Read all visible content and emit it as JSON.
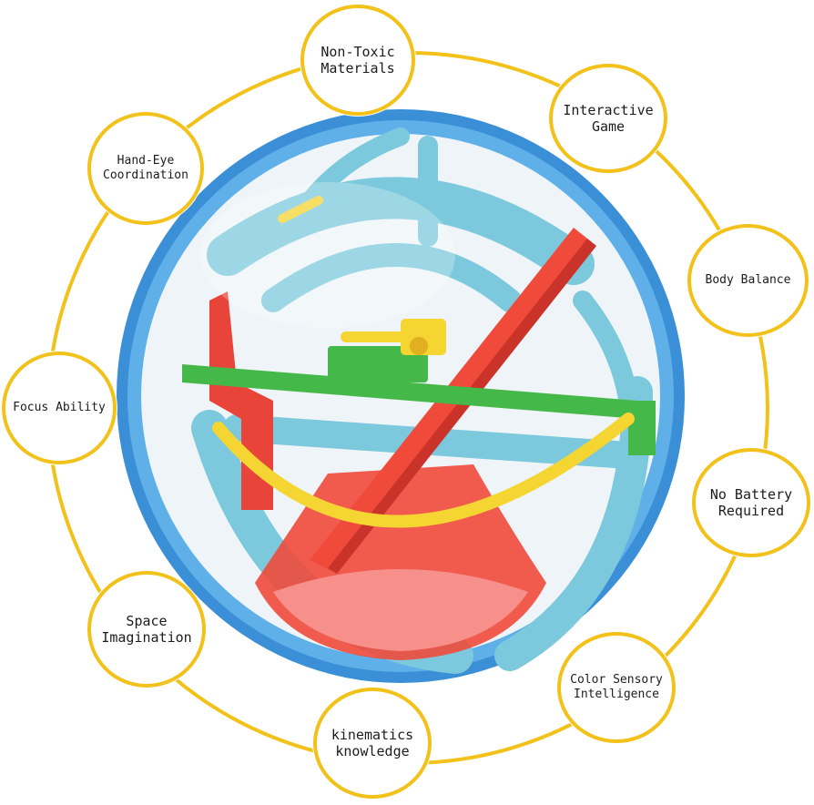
{
  "colors": {
    "ring": "#f2c21a",
    "rim": "#3a8fd6",
    "maze_blue": "#7cc9dd",
    "maze_red": "#f04a3b",
    "maze_green": "#45b84a",
    "maze_yellow": "#f5d532"
  },
  "features": [
    {
      "id": "non-toxic",
      "label": "Non-Toxic\nMaterials"
    },
    {
      "id": "interactive-game",
      "label": "Interactive\nGame"
    },
    {
      "id": "body-balance",
      "label": "Body Balance"
    },
    {
      "id": "no-battery",
      "label": "No Battery\nRequired"
    },
    {
      "id": "color-sensory",
      "label": "Color Sensory\nIntelligence"
    },
    {
      "id": "kinematics",
      "label": "kinematics\nknowledge"
    },
    {
      "id": "space-imagination",
      "label": "Space\nImagination"
    },
    {
      "id": "focus-ability",
      "label": "Focus Ability"
    },
    {
      "id": "hand-eye",
      "label": "Hand-Eye\nCoordination"
    }
  ]
}
